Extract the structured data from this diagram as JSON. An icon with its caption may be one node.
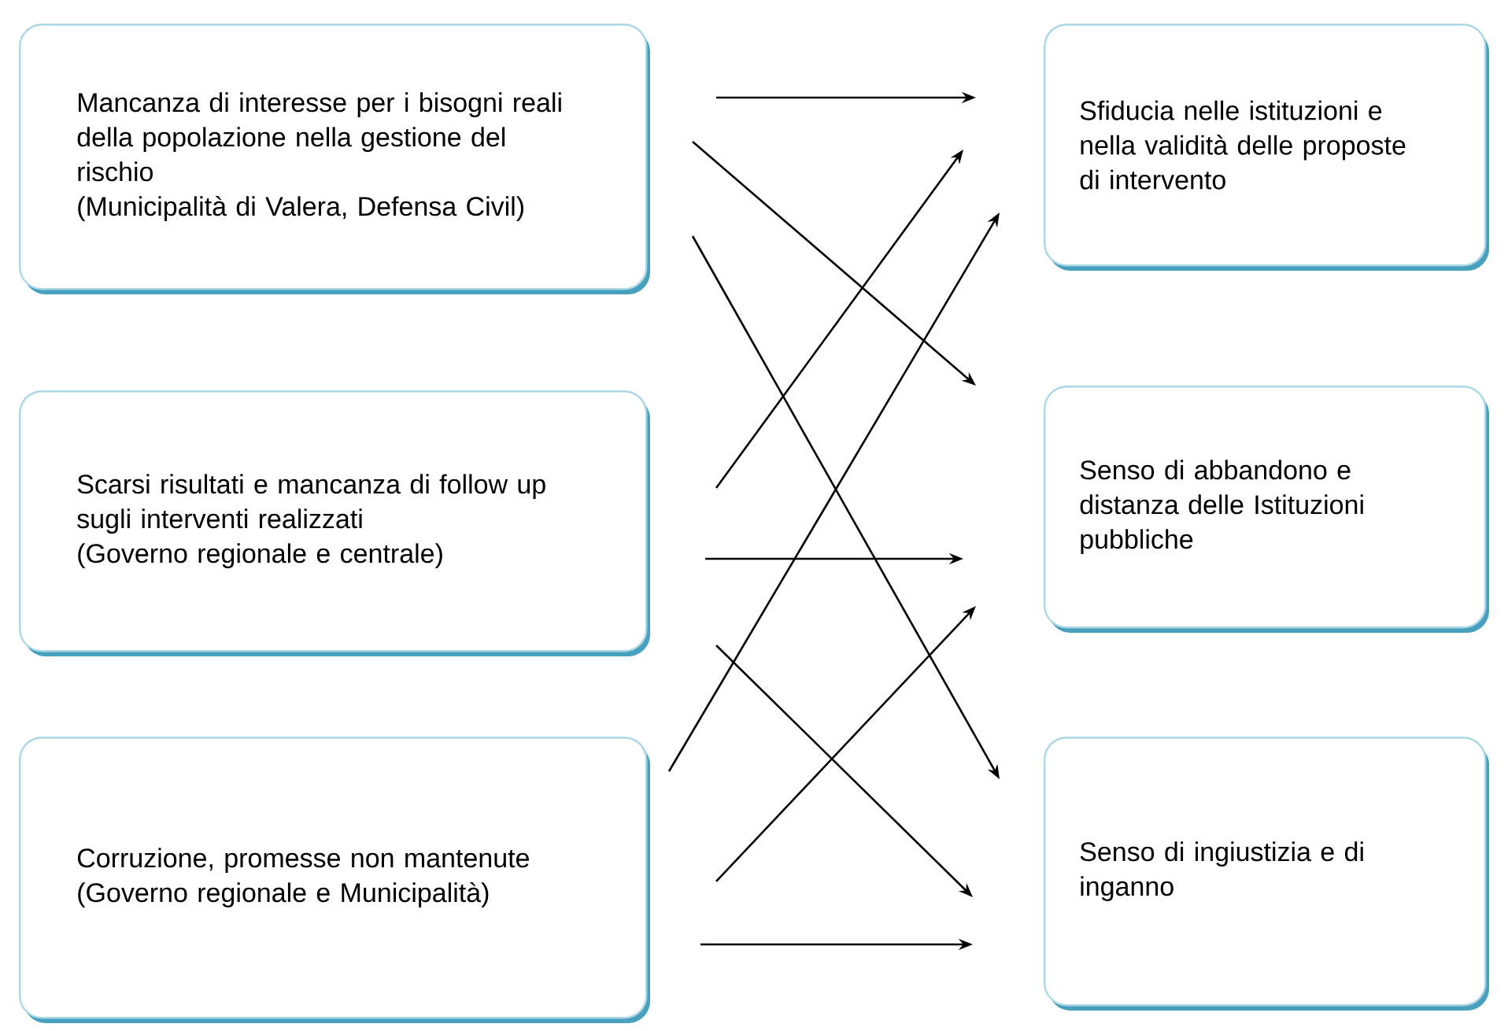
{
  "diagram": {
    "nodes": [
      {
        "text": [
          "Mancanza di interesse per i bisogni reali della popolazione nella gestione del rischio",
          "(Municipalità di Valera, Defensa Civil)"
        ]
      },
      {
        "text": [
          "Scarsi risultati e mancanza di follow up sugli interventi realizzati",
          "(Governo regionale e centrale)"
        ]
      },
      {
        "text": [
          "Corruzione, promesse non mantenute",
          "(Governo regionale e Municipalità)"
        ]
      },
      {
        "text": [
          "Sfiducia nelle istituzioni e nella validità delle proposte di intervento"
        ]
      },
      {
        "text": [
          "Senso di abbandono e distanza delle Istituzioni pubbliche"
        ]
      },
      {
        "text": [
          "Senso di ingiustizia e di inganno"
        ]
      }
    ],
    "edges": [
      {
        "from": 0,
        "to": 3,
        "arrow": "to"
      },
      {
        "from": 0,
        "to": 4,
        "arrow": "to"
      },
      {
        "from": 0,
        "to": 5,
        "arrow": "to"
      },
      {
        "from": 1,
        "to": 3,
        "arrow": "to"
      },
      {
        "from": 1,
        "to": 4,
        "arrow": "to"
      },
      {
        "from": 1,
        "to": 5,
        "arrow": "to"
      },
      {
        "from": 2,
        "to": 3,
        "arrow": "to"
      },
      {
        "from": 2,
        "to": 4,
        "arrow": "to"
      },
      {
        "from": 2,
        "to": 5,
        "arrow": "to"
      }
    ]
  }
}
